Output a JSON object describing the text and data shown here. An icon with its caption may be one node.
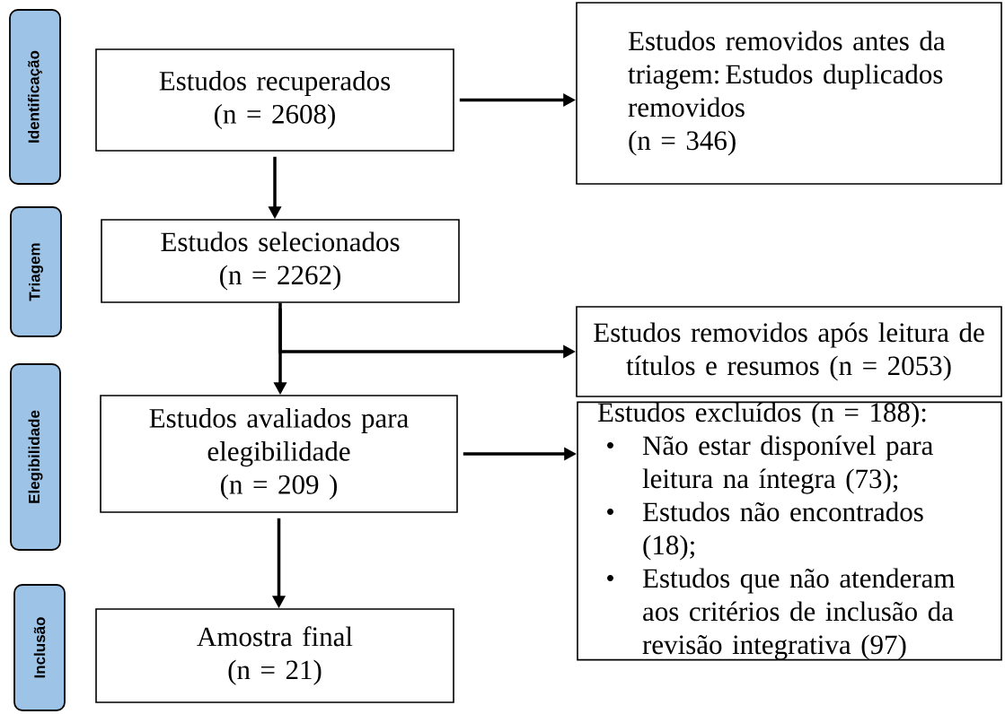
{
  "diagram": {
    "nodes": [
      {
        "text": [
          "Identificação"
        ]
      },
      {
        "text": [
          "Estudos recuperados",
          "(n = 2608)"
        ]
      },
      {
        "text": [
          "Estudos removidos antes da triagem: Estudos duplicados removidos",
          "(n = 346)"
        ]
      },
      {
        "text": [
          "Triagem"
        ]
      },
      {
        "text": [
          "Estudos selecionados",
          "(n = 2262)"
        ]
      },
      {
        "text": [
          "Estudos removidos após leitura de títulos e resumos (n = 2053)"
        ]
      },
      {
        "text": [
          "Elegibilidade"
        ]
      },
      {
        "text": [
          "Estudos avaliados para elegibilidade",
          "(n = 209 )"
        ]
      },
      {
        "text": [
          "Estudos excluídos (n = 188):",
          "Não estar disponível para leitura na íntegra (73);",
          "Estudos não encontrados (18);",
          "Estudos que não atenderam aos critérios de inclusão da revisão integrativa (97)"
        ]
      },
      {
        "text": [
          "Inclusão"
        ]
      },
      {
        "text": [
          "Amostra final",
          "(n = 21)"
        ]
      }
    ],
    "edges": [
      {
        "from": 1,
        "to": 2,
        "arrow": "to"
      },
      {
        "from": 1,
        "to": 4,
        "arrow": "to"
      },
      {
        "from": 4,
        "to": 7,
        "arrow": "to"
      },
      {
        "from": 4,
        "to": 5,
        "arrow": "to"
      },
      {
        "from": 7,
        "to": 8,
        "arrow": "to"
      },
      {
        "from": 7,
        "to": 10,
        "arrow": "to"
      }
    ]
  }
}
